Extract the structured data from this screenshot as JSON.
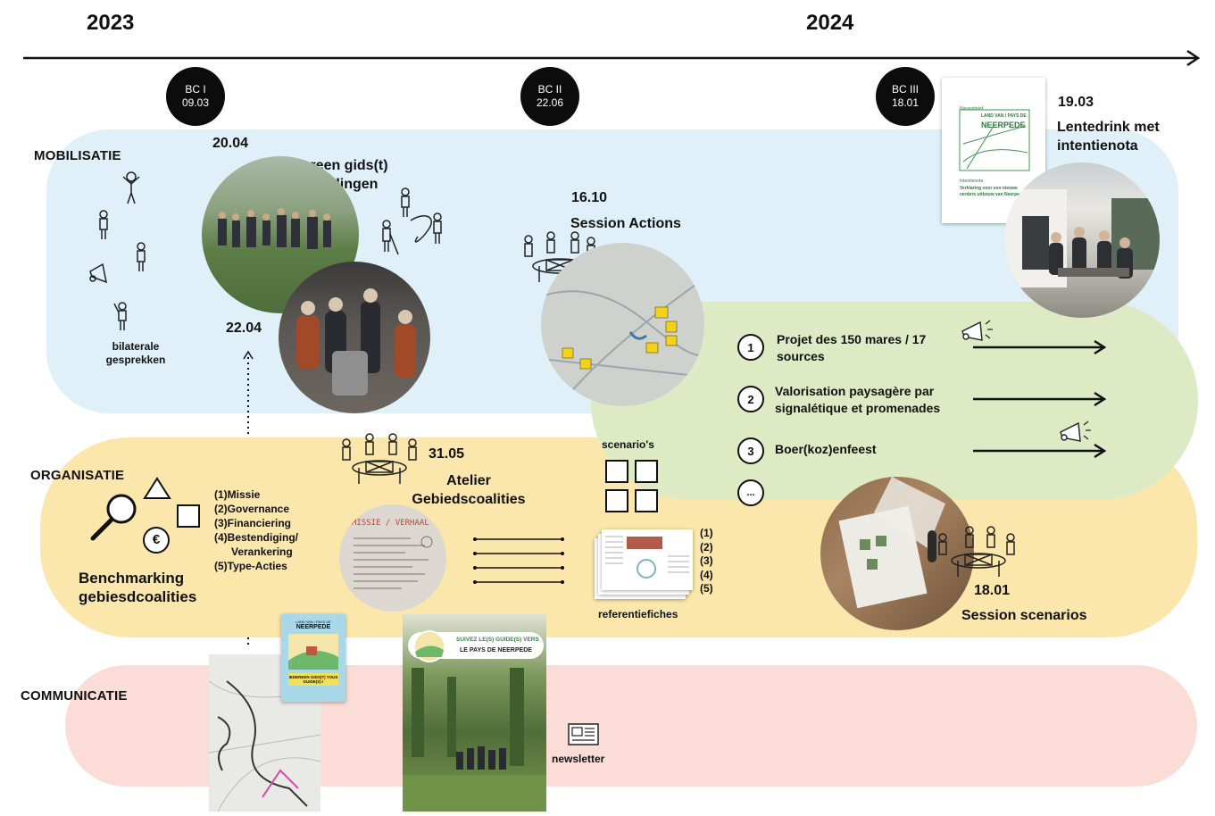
{
  "timeline": {
    "year_start": "2023",
    "year_end": "2024",
    "milestones": [
      {
        "code": "BC I",
        "date": "09.03"
      },
      {
        "code": "BC II",
        "date": "22.06"
      },
      {
        "code": "BC III",
        "date": "18.01"
      }
    ]
  },
  "lanes": {
    "mobilisatie": "MOBILISATIE",
    "organisatie": "ORGANISATIE",
    "communicatie": "COMMUNICATIE"
  },
  "mobilisatie": {
    "bilateral_label": "bilaterale gesprekken",
    "walk_date_1": "20.04",
    "walk_title": "Iedereen gids(t) wandelingen",
    "walk_date_2": "22.04",
    "session_date": "16.10",
    "session_title": "Session Actions",
    "drink_date": "19.03",
    "drink_title": "Lentedrink met intentienota",
    "note_cover": {
      "small_top": "Nieuwsbrief",
      "title_line1": "LAND VAN / PAYS DE",
      "title_line2": "NEERPEDE",
      "caption": "Intentienota",
      "subtitle": "Verklaring voor een nieuwe verdere uitbouw van Neerpede"
    }
  },
  "actions": [
    {
      "num": "1",
      "text": "Projet des 150 mares / 17 sources"
    },
    {
      "num": "2",
      "text": "Valorisation paysagère par signalétique et promenades"
    },
    {
      "num": "3",
      "text": "Boer(koz)enfeest"
    },
    {
      "num": "..."
    }
  ],
  "organisatie": {
    "benchmark_title": "Benchmarking gebiesdcoalities",
    "list": [
      "(1)Missie",
      "(2)Governance",
      "(3)Financiering",
      "(4)Bestendiging/",
      "Verankering",
      "(5)Type-Acties"
    ],
    "euro_symbol": "€",
    "atelier_date": "31.05",
    "atelier_title": "Atelier Gebiedscoalities",
    "poster_text": "MISSIE / VERHAAL",
    "scenarios_label": "scenario's",
    "ref_label": "referentiefiches",
    "ref_numbers": [
      "(1)",
      "(2)",
      "(3)",
      "(4)",
      "(5)"
    ],
    "scenario_date": "18.01",
    "scenario_title": "Session scenarios"
  },
  "communicatie": {
    "booklet_top": "LAND VAN / PAYS DE",
    "booklet_title": "NEERPEDE",
    "booklet_bottom": "IEDEREEN GIDS(T) TOUS GUIDE(S) !",
    "poster_line1": "SUIVEZ LE(S) GUIDE(S) VERS",
    "poster_line2": "LE PAYS DE NEERPEDE",
    "newsletter_label": "newsletter"
  },
  "colors": {
    "mobilisatie_band": "#dff0f8",
    "organisatie_band": "#fbe7ab",
    "communicatie_band": "#fbdcd6",
    "actions_band": "#ddeac4",
    "milestone": "#0c0c0c"
  }
}
